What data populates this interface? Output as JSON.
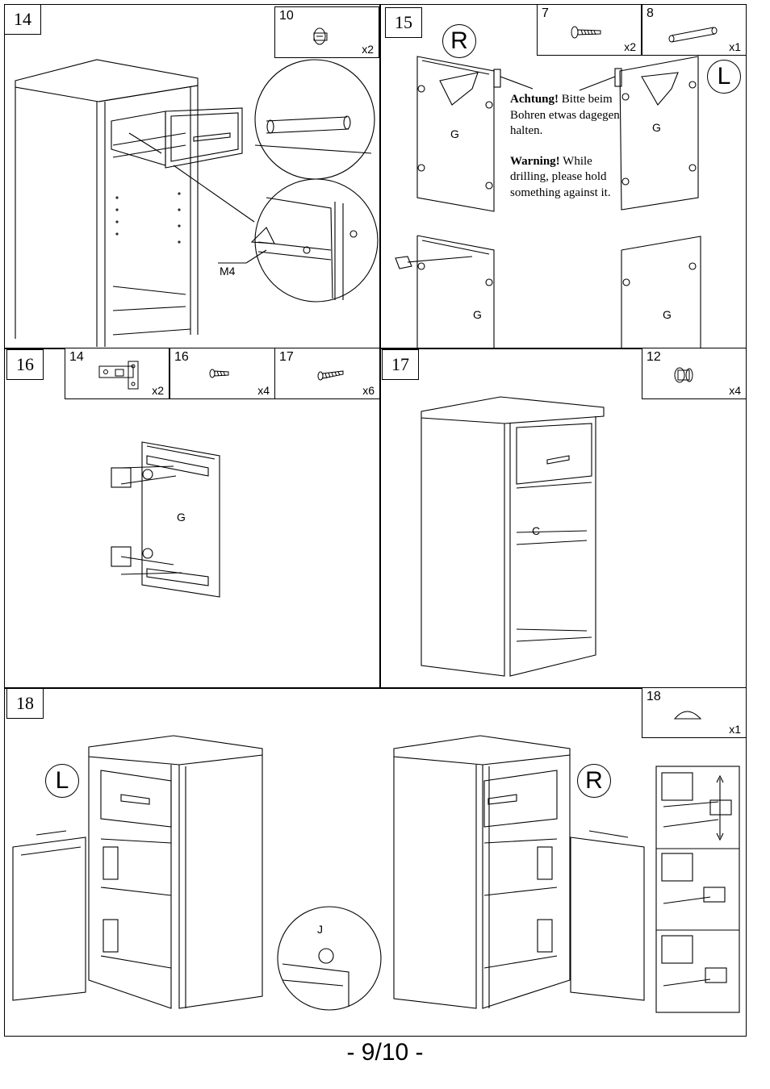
{
  "page": {
    "number": "- 9/10 -"
  },
  "steps": [
    {
      "number": "14",
      "parts": [
        {
          "id": "10",
          "qty": "x2",
          "icon": "screw-head-icon"
        }
      ],
      "label_m4": "M4"
    },
    {
      "number": "15",
      "parts": [
        {
          "id": "7",
          "qty": "x2",
          "icon": "screw-icon"
        },
        {
          "id": "8",
          "qty": "x1",
          "icon": "dowel-icon"
        }
      ],
      "side_r": "R",
      "side_l": "L",
      "warning": {
        "de_title": "Achtung!",
        "de_text": "Bitte beim Bohren etwas dagegen halten.",
        "en_title": "Warning!",
        "en_text": "While drilling, please hold something against it."
      },
      "panel_letter": "G"
    },
    {
      "number": "16",
      "parts": [
        {
          "id": "14",
          "qty": "x2",
          "icon": "hinge-icon"
        },
        {
          "id": "16",
          "qty": "x4",
          "icon": "screw-icon"
        },
        {
          "id": "17",
          "qty": "x6",
          "icon": "screw-icon"
        }
      ],
      "panel_letter": "G"
    },
    {
      "number": "17",
      "parts": [
        {
          "id": "12",
          "qty": "x4",
          "icon": "knob-icon"
        }
      ],
      "shelf_letter": "C"
    },
    {
      "number": "18",
      "parts": [
        {
          "id": "18",
          "qty": "x1",
          "icon": "cap-icon"
        }
      ],
      "side_l": "L",
      "side_r": "R",
      "detail_letter": "J"
    }
  ]
}
